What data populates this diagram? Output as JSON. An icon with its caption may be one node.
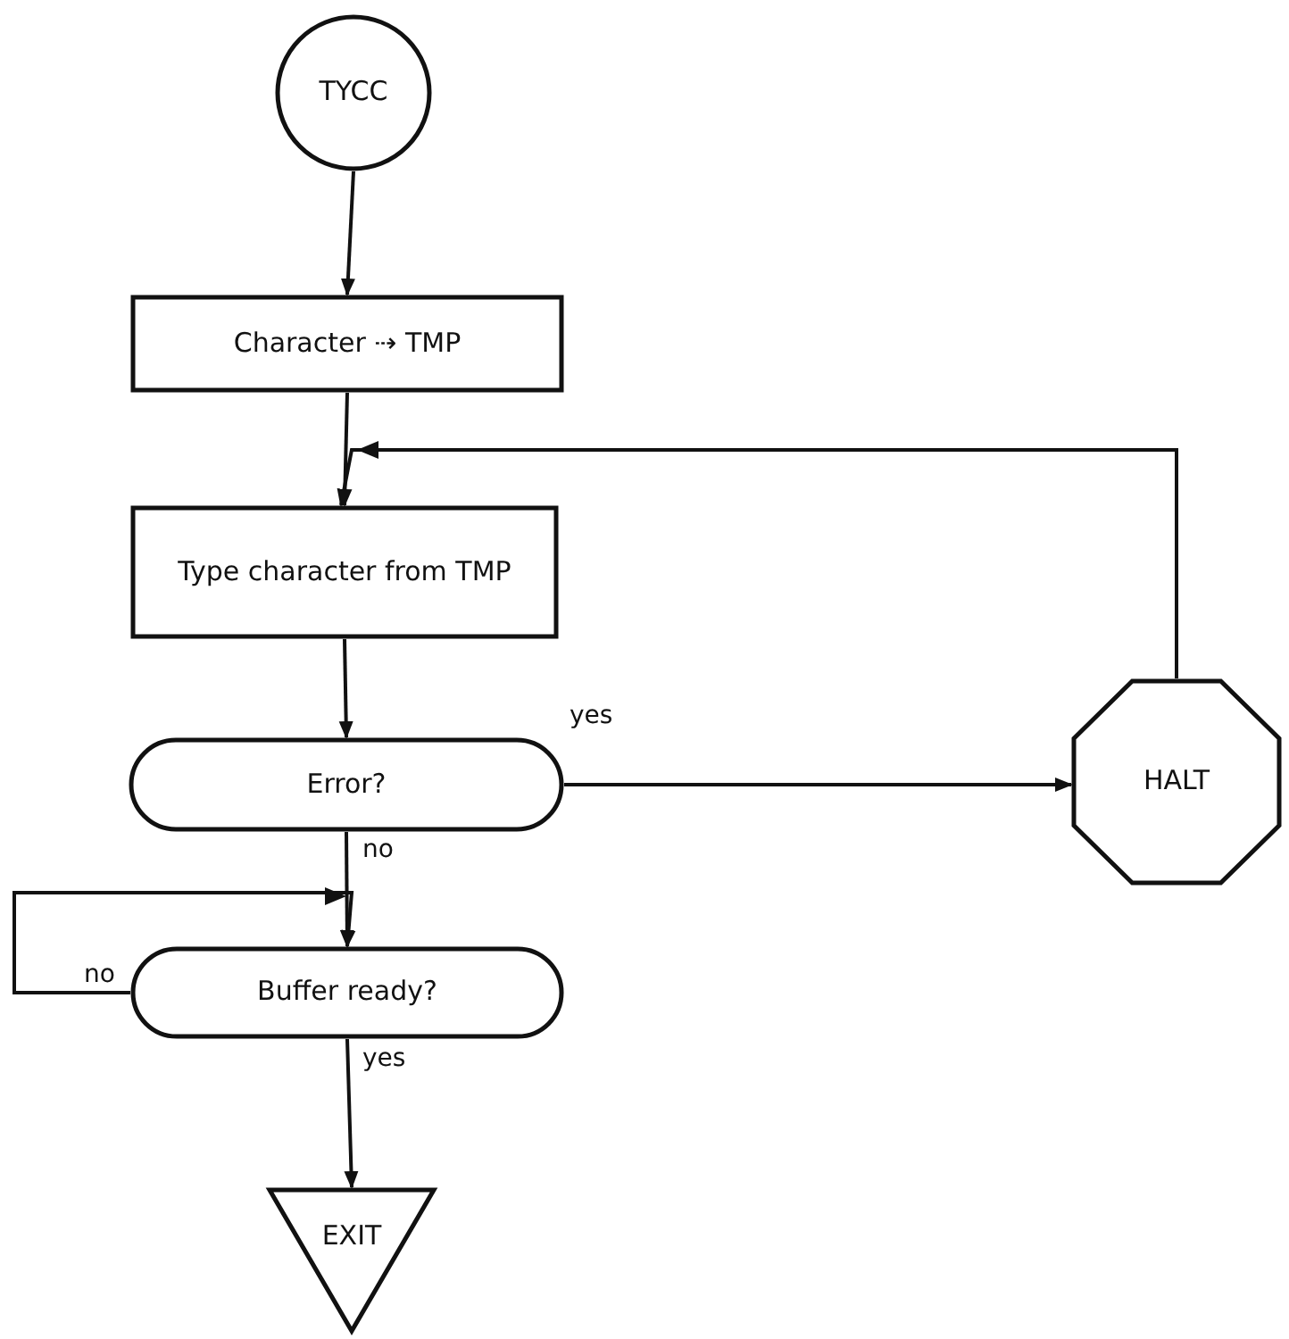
{
  "diagram": {
    "nodes": [
      {
        "text": [
          "TYCC"
        ]
      },
      {
        "text": [
          "Character ⇢ TMP"
        ]
      },
      {
        "text": [
          "Type character from TMP"
        ]
      },
      {
        "text": [
          "Error?"
        ]
      },
      {
        "text": [
          "HALT"
        ]
      },
      {
        "text": [
          "Buffer ready?"
        ]
      },
      {
        "text": [
          "EXIT"
        ]
      }
    ],
    "edges": [
      {
        "from": 0,
        "to": 1,
        "arrow": "to"
      },
      {
        "from": 1,
        "to": 2,
        "arrow": "to"
      },
      {
        "from": 2,
        "to": 3,
        "arrow": "to"
      },
      {
        "from": 3,
        "to": 4,
        "arrow": "to",
        "label": "yes"
      },
      {
        "from": 4,
        "to": 2,
        "arrow": "to"
      },
      {
        "from": 3,
        "to": 5,
        "arrow": "to",
        "label": "no"
      },
      {
        "from": 5,
        "to": 5,
        "arrow": "to",
        "label": "no"
      },
      {
        "from": 5,
        "to": 6,
        "arrow": "to",
        "label": "yes"
      }
    ]
  }
}
